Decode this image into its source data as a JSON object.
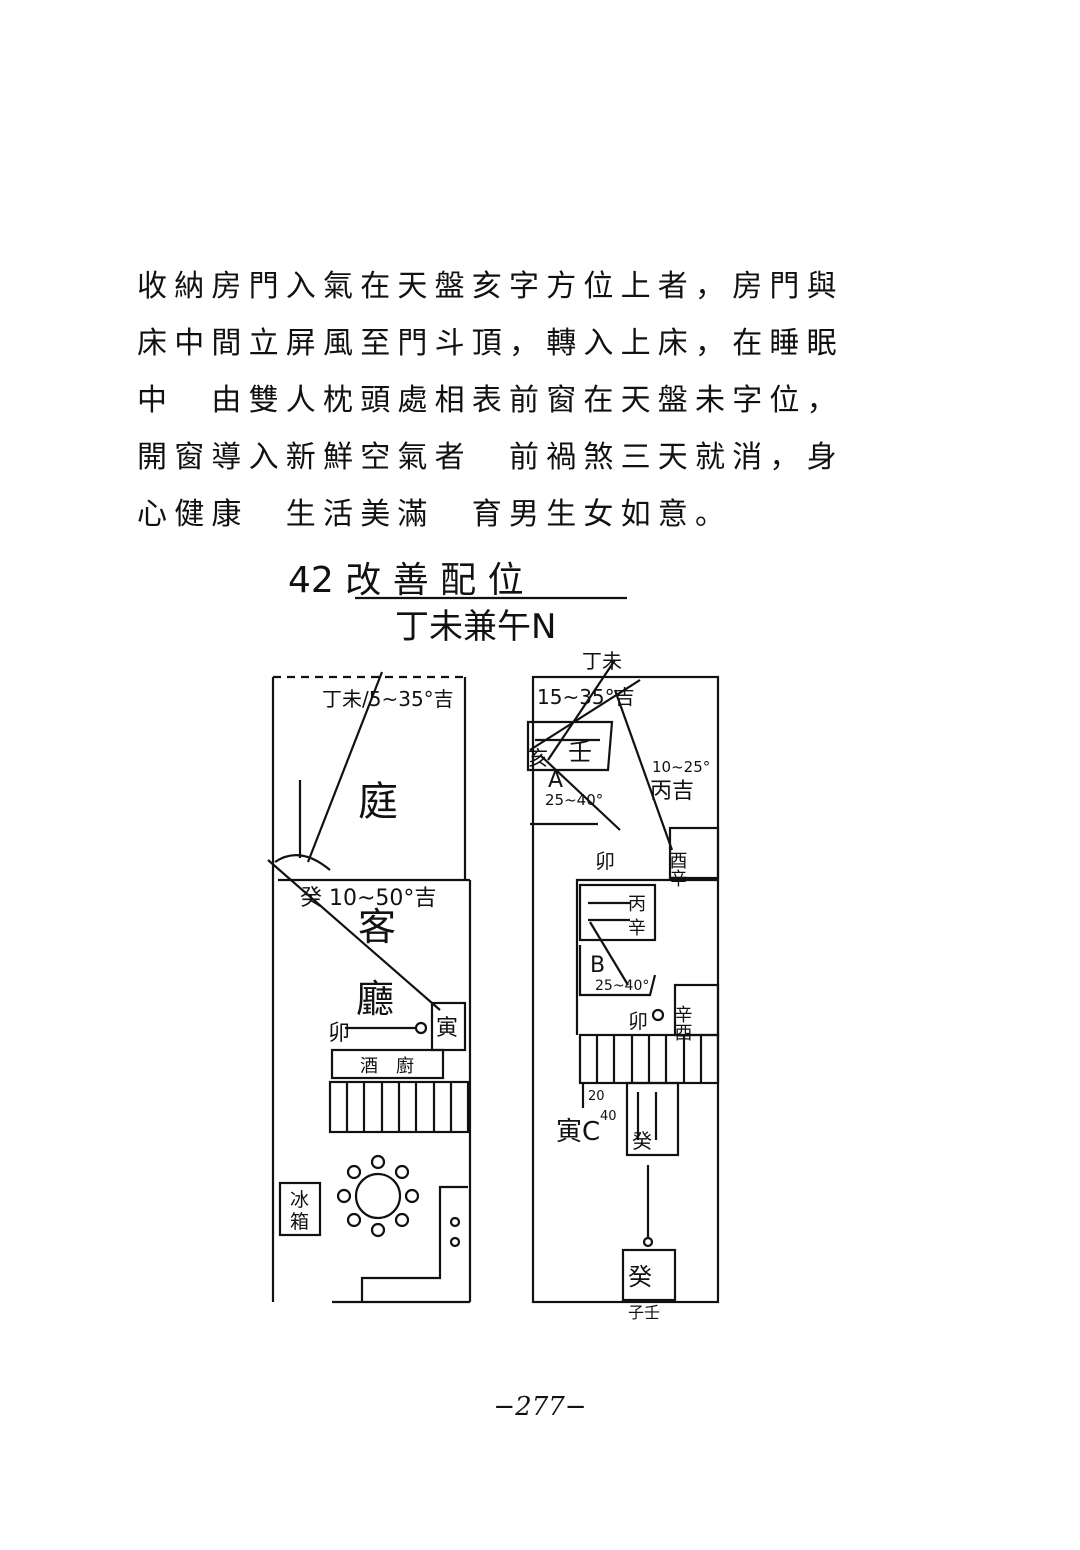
{
  "body_text": {
    "lines": [
      "收納房門入氣在天盤亥字方位上者，房門與",
      "床中間立屏風至門斗頂，轉入上床，在睡眠",
      "中　由雙人枕頭處相表前窗在天盤未字位，",
      "開窗導入新鮮空氣者　前禍煞三天就消，身",
      "心健康　生活美滿　育男生女如意。"
    ]
  },
  "figure": {
    "title": "42 改 善 配 位",
    "subtitle": "丁未兼午N",
    "left_plan": {
      "top_label": "丁未/5~35°吉",
      "courtyard": "庭",
      "entry_label": "癸 10~50°吉",
      "living_1": "客",
      "living_2": "廳",
      "mao": "卯",
      "side_box": "寅",
      "bar_kitchen": "酒　廚",
      "fridge_1": "冰",
      "fridge_2": "箱"
    },
    "right_plan": {
      "top_label": "丁未",
      "range_top": "15~35°吉",
      "bed_a_label": "壬",
      "bed_a_hai": "亥",
      "room_a": "A",
      "range_a": "25~40°",
      "range_bing": "10~25°",
      "bing_ji": "丙吉",
      "you_xin": "酉辛",
      "mao_1": "卯",
      "bed_b_1": "丙",
      "bed_b_2": "辛",
      "room_b": "B",
      "range_b": "25~40°",
      "xin_you": "辛酉",
      "mao_2": "卯",
      "room_c": "寅C",
      "range_c_1": "20",
      "range_c_2": "40",
      "gui_box": "癸",
      "gui_box_2": "癸",
      "zi_ren": "子壬"
    }
  },
  "page_number": "−277−"
}
